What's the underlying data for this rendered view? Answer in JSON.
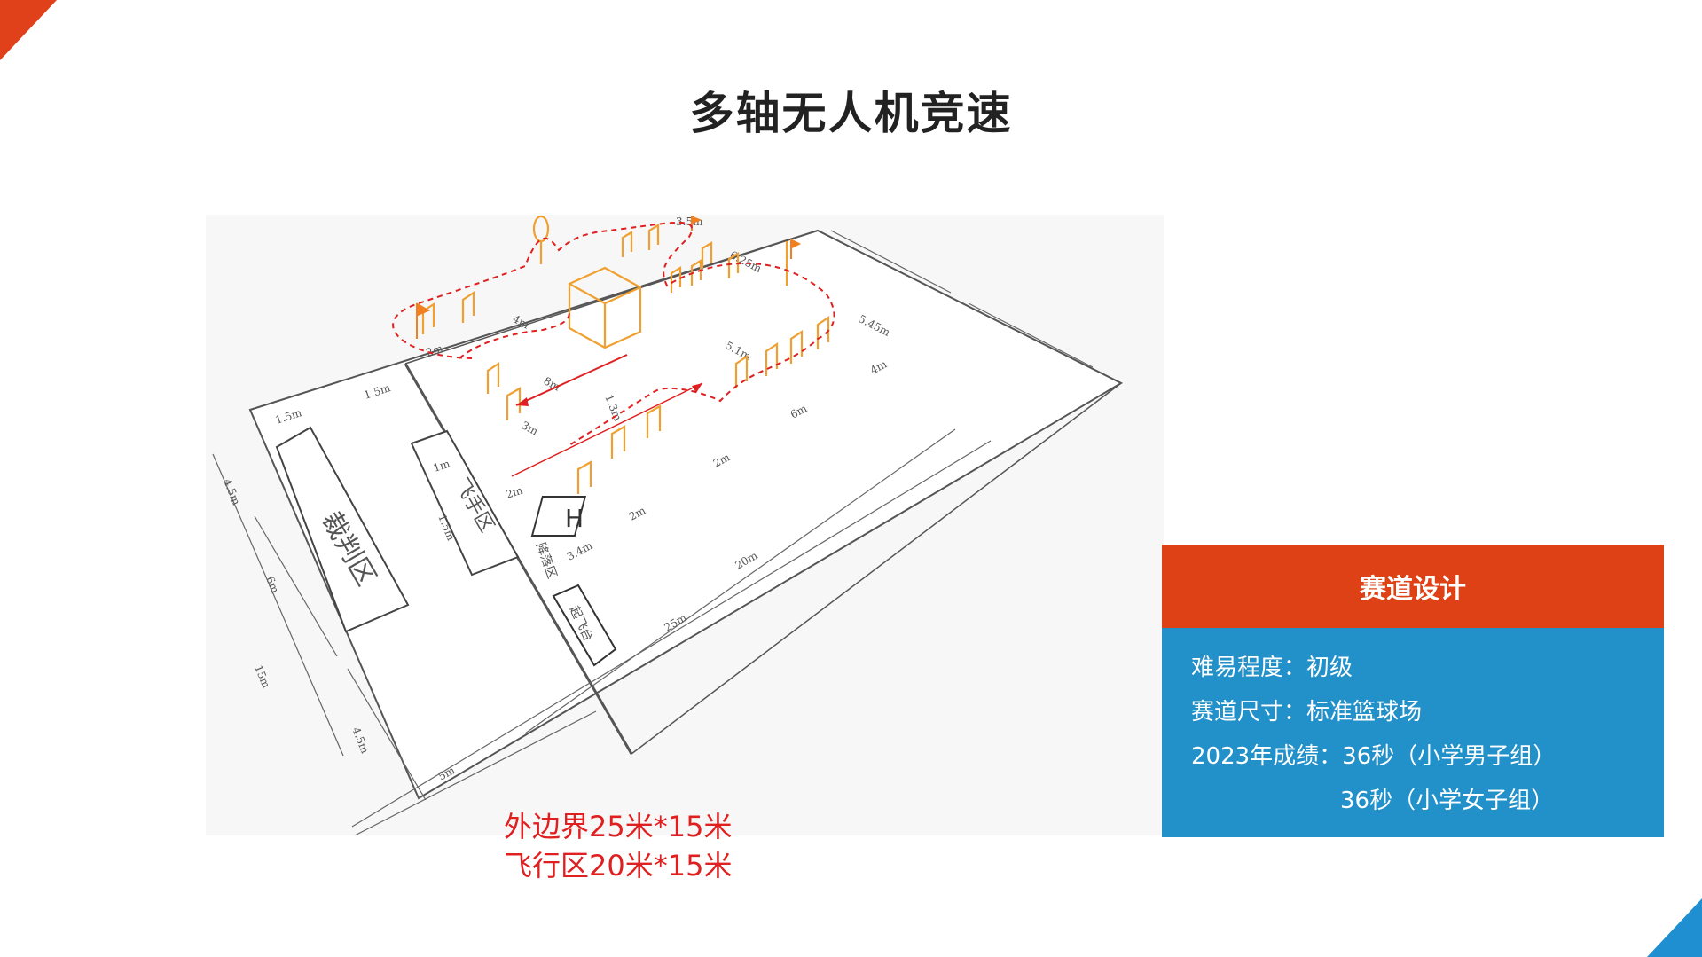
{
  "title": "多轴无人机竞速",
  "diagram": {
    "zones": {
      "judge": "裁判区",
      "pilot": "飞手区",
      "landing": "降落区",
      "takeoff": "起飞台",
      "helipad": "H"
    },
    "dimensions": {
      "total_length": "25m",
      "width": "15m",
      "left_4_5_top": "4.5m",
      "left_6": "6m",
      "left_4_5_bottom": "4.5m",
      "bottom_5": "5m",
      "judge_1_5": "1.5m",
      "pilot_1_5": "1.5m",
      "flight_20": "20m",
      "right_6_25": "6.25m",
      "right_5_45": "5.45m",
      "d_4m_a": "4m",
      "d_4m_b": "4m",
      "d_8m": "8m",
      "d_3m": "3m",
      "d_2m_a": "2m",
      "d_2m_b": "2m",
      "d_2m_c": "2m",
      "d_2m_d": "2m",
      "d_5_1": "5.1m",
      "d_3_4": "3.4m",
      "d_6m": "6m",
      "d_1m": "1m",
      "d_1_5": "1.5m",
      "d_1_3": "1.3m",
      "d_3_5": "3.5m"
    }
  },
  "caption": {
    "line1": "外边界25米*15米",
    "line2": "飞行区20米*15米"
  },
  "panel": {
    "header": "赛道设计",
    "difficulty": "难易程度：初级",
    "track_size": "赛道尺寸：标准篮球场",
    "result_line1": "2023年成绩：36秒（小学男子组）",
    "result_line2": "36秒（小学女子组）"
  },
  "colors": {
    "accent_red": "#de4115",
    "panel_blue": "#2290c9",
    "caption_red": "#e02020",
    "gate_orange": "#f0a030",
    "path_red": "#e02020"
  }
}
